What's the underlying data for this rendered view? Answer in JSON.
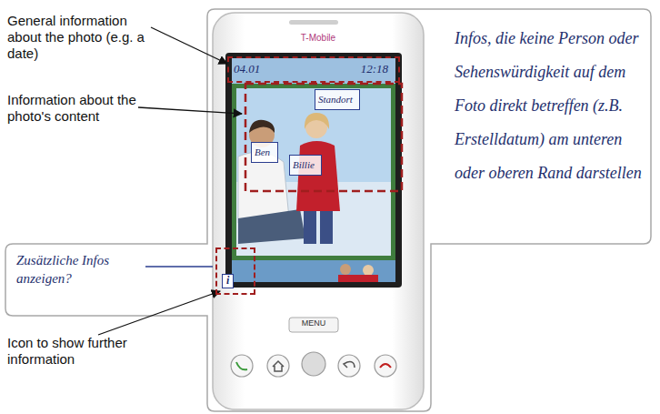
{
  "diagram": {
    "nodes": [
      {
        "text": [
          "04.01",
          "12:18"
        ]
      },
      {
        "text": [
          "Standort"
        ]
      },
      {
        "text": [
          "Ben"
        ]
      },
      {
        "text": [
          "Billie"
        ]
      },
      {
        "text": [
          "i"
        ]
      }
    ],
    "labels": [
      "General information about the photo (e.g. a date)",
      "Information about the photo's content",
      "Icon to show further information",
      "Infos, die keine Person oder Sehenswürdigkeit auf dem Foto direkt betreffen (z.B. Erstelldatum) am unteren oder oberen Rand darstellen",
      "Zusätzliche Infos anzeigen?",
      "T-Mobile",
      "MENU"
    ]
  }
}
